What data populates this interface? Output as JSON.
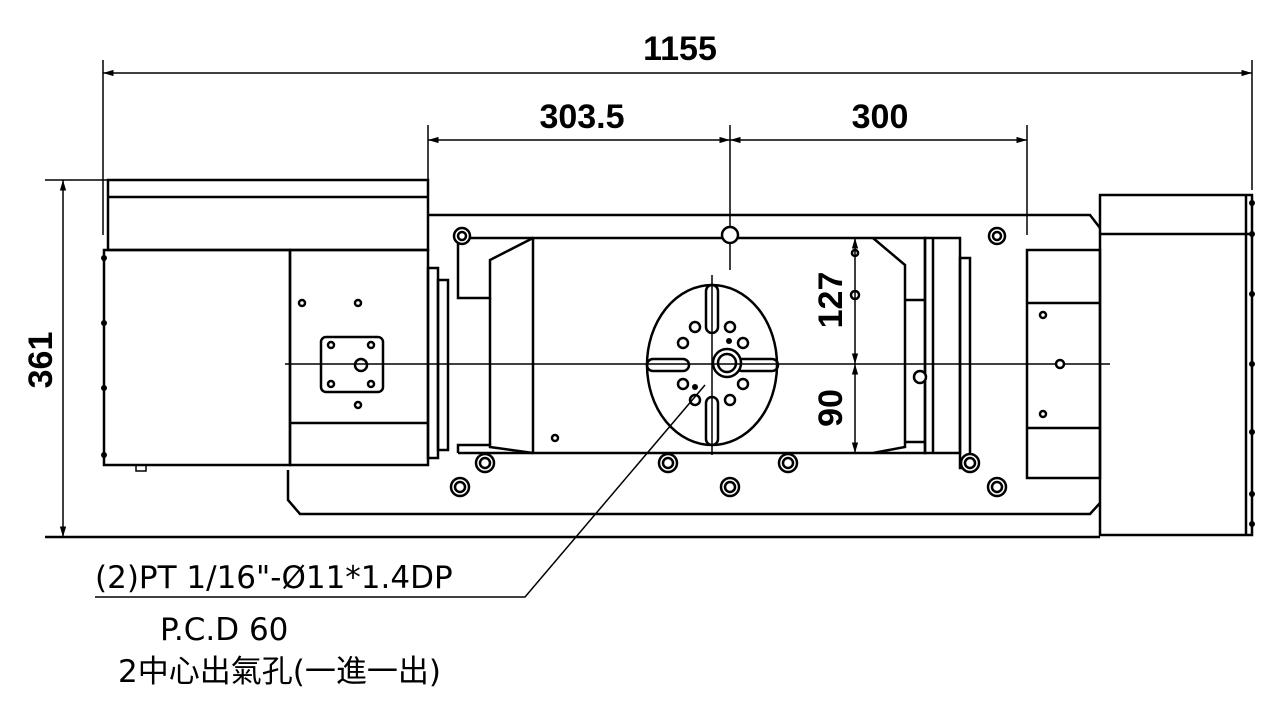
{
  "dimensions": {
    "overall_length": "1155",
    "left_to_center": "303.5",
    "center_to_right": "300",
    "overall_height": "361",
    "center_height_upper": "127",
    "center_height_lower": "90"
  },
  "notes": {
    "port_spec": "(2)PT 1/16\"-Ø11*1.4DP",
    "pcd": "P.C.D 60",
    "air_holes": "2中心出氣孔(一進一出)"
  }
}
